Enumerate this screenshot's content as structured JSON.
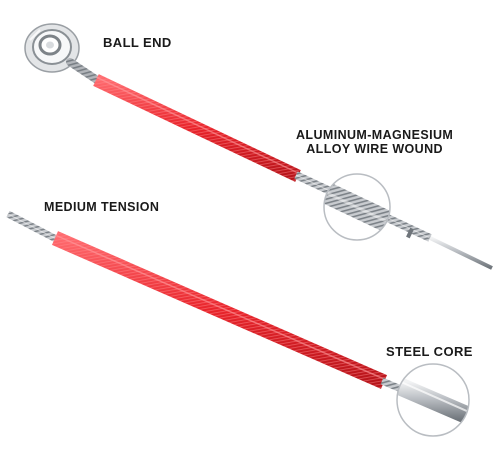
{
  "colors": {
    "wrap_red": "#e8242b",
    "wrap_dark": "#b7151b",
    "steel": "#c9ccd0",
    "steel_dark": "#6f757b",
    "text": "#1a1a1a"
  },
  "labels": {
    "ball_end": "BALL END",
    "alloy_line1": "ALUMINUM-MAGNESIUM",
    "alloy_line2": "ALLOY WIRE WOUND",
    "medium_tension": "MEDIUM TENSION",
    "steel_core": "STEEL CORE"
  }
}
